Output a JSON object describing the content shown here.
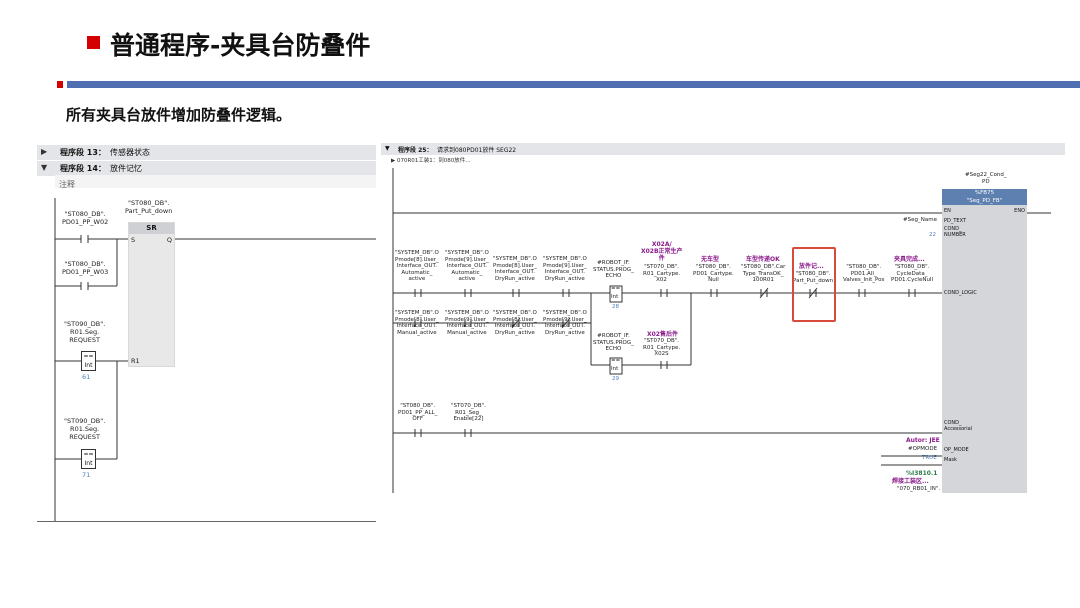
{
  "title": "普通程序-夹具台防叠件",
  "subtitle": "所有夹具台放件增加防叠件逻辑。",
  "left": {
    "nets": [
      {
        "label": "程序段 13：",
        "desc": "传感器状态"
      },
      {
        "label": "程序段 14：",
        "desc": "放件记忆"
      }
    ],
    "comment": "注释",
    "sr_name": "\"ST080_DB\".\nPart_Put_down",
    "sr_type": "SR",
    "sr_pins": {
      "s": "S",
      "q": "Q",
      "r1": "R1"
    },
    "contacts": [
      {
        "tag": "\"ST080_DB\".\nPD01_PP_W02"
      },
      {
        "tag": "\"ST080_DB\".\nPD01_PP_W03"
      },
      {
        "tag": "\"ST090_DB\".\nR01.Seg.\nREQUEST"
      },
      {
        "tag": "\"ST090_DB\".\nR01.Seg.\nREQUEST"
      }
    ],
    "cmp": [
      {
        "op": "==",
        "type": "Int",
        "value": "61"
      },
      {
        "op": "==",
        "type": "Int",
        "value": "71"
      }
    ]
  },
  "right": {
    "net": {
      "label": "程序段 25：",
      "desc": "请求到080PD01放件 SEG22"
    },
    "subnet": "▶ 070R01工装1：到080放件...",
    "fb_instance": "#Seg22_Cond_\nPD",
    "fb_number": "%FB75",
    "fb_name": "\"Seg_PD_FB\"",
    "fb_pins": {
      "en": "EN",
      "eno": "ENO",
      "pd_text": "PD_TEXT",
      "cond_number": "COND_\nNUMBER",
      "cond_logic": "COND_LOGIC",
      "cond_access": "COND_\nAccessorial",
      "op_mode": "OP_MODE",
      "mask": "Mask"
    },
    "fb_inputs": {
      "seg_name": "#Seg_Name",
      "num": "22",
      "author": "Autor: JEE",
      "opmode": "#OPMODE",
      "true": "TRUE",
      "mask_addr": "%I3810.1",
      "mask_name": "焊接工装区...",
      "mask_tag": "\"070_RB01_IN\"."
    },
    "row1": [
      {
        "tag": "\"SYSTEM_DB\".O\nPmode[8].User_\nInterface_OUT.\nAutomatic_\nactive"
      },
      {
        "tag": "\"SYSTEM_DB\".O\nPmode[9].User_\nInterface_OUT.\nAutomatic_\nactive"
      },
      {
        "tag": "\"SYSTEM_DB\".O\nPmode[8].User_\nInterface_OUT.\nDryRun_active"
      },
      {
        "tag": "\"SYSTEM_DB\".O\nPmode[9].User_\nInterface_OUT.\nDryRun_active"
      },
      {
        "tag": "#ROBOT_IF.\nSTATUS.PROG_\nECHO"
      },
      {
        "tag": "\"ST070_DB\".\nR01_Cartype.\nX02",
        "cmt": "X02A/\nX02B正常生产\n件"
      },
      {
        "tag": "\"ST080_DB\".\nPD01_Cartype.\nNull",
        "cmt": "无车型"
      },
      {
        "tag": "\"ST080_DB\".Car\nType_TransOK_\n100R01",
        "cmt": "车型传递OK"
      },
      {
        "tag": "\"ST080_DB\".\nPart_Put_down",
        "cmt": "放件记..."
      },
      {
        "tag": "\"ST080_DB\".\nPD01.All_\nValves_Init_Pos"
      },
      {
        "tag": "\"ST080_DB\".\nCycleData_\nPD01.CycleNull",
        "cmt": "夹具完成..."
      }
    ],
    "row2": [
      {
        "tag": "\"SYSTEM_DB\".O\nPmode[8].User_\nInterface_OUT.\nManual_active"
      },
      {
        "tag": "\"SYSTEM_DB\".O\nPmode[9].User_\nInterface_OUT.\nManual_active"
      },
      {
        "tag": "\"SYSTEM_DB\".O\nPmode[8].User_\nInterface_OUT.\nDryRun_active"
      },
      {
        "tag": "\"SYSTEM_DB\".O\nPmode[9].User_\nInterface_OUT.\nDryRun_active"
      },
      {
        "tag": "#ROBOT_IF.\nSTATUS.PROG_\nECHO"
      },
      {
        "tag": "\"ST070_DB\".\nR01_Cartype.\nX02S",
        "cmt": "X02售后件"
      }
    ],
    "cmp": [
      {
        "op": "==",
        "type": "Int",
        "value": "28"
      },
      {
        "op": "==",
        "type": "Int",
        "value": "29"
      }
    ],
    "row3": [
      {
        "tag": "\"ST080_DB\".\nPD01_PP_ALL_\nOFF"
      },
      {
        "tag": "\"ST070_DB\".\nR01_Seg_\nEnable[22]"
      }
    ]
  }
}
